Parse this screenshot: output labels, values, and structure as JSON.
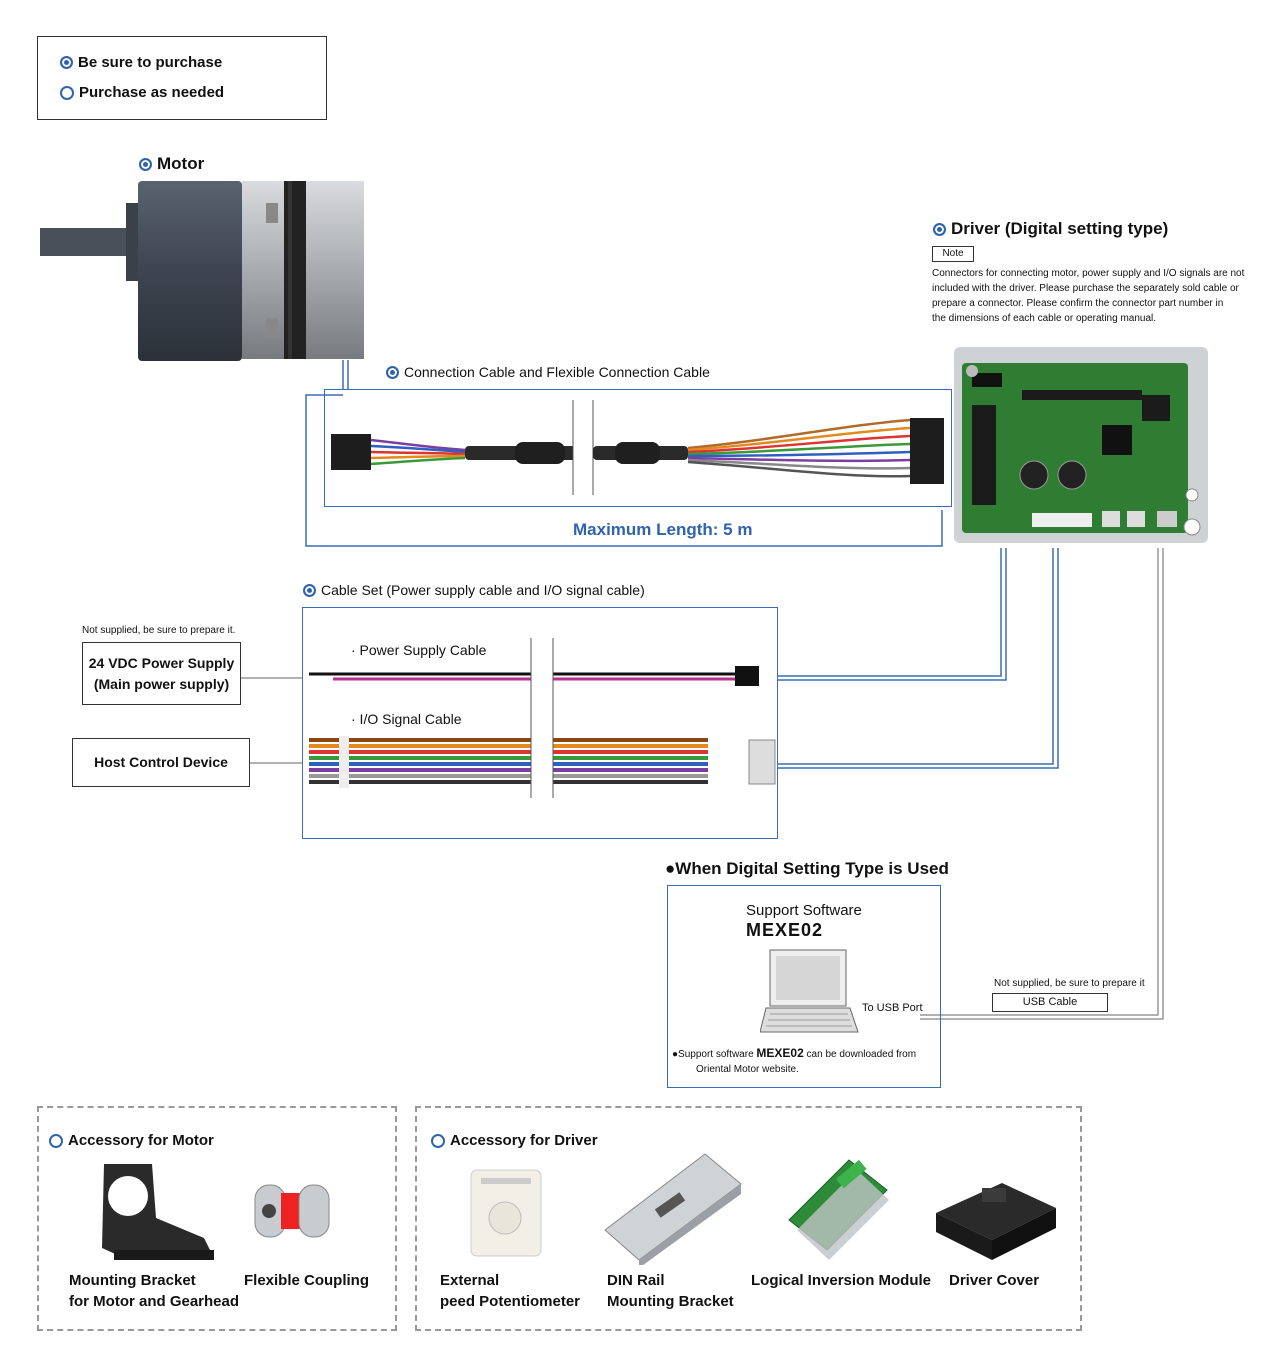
{
  "legend": {
    "must": "Be sure to purchase",
    "optional": "Purchase as needed"
  },
  "motor": {
    "title": "Motor"
  },
  "driver": {
    "title": "Driver (Digital setting type)",
    "note_tag": "Note",
    "note_lines": [
      "Connectors for connecting motor, power supply and I/O signals are not",
      "included with the driver. Please purchase the separately sold cable or",
      "prepare a connector. Please confirm the connector part number in",
      "the dimensions of each cable or operating manual."
    ]
  },
  "connection_cable": {
    "title": "Connection Cable and Flexible Connection Cable",
    "max_length": "Maximum Length: 5 m"
  },
  "cable_set": {
    "title": "Cable Set (Power supply cable and I/O signal cable)",
    "power_cable": "· Power Supply Cable",
    "io_cable": "·  I/O Signal Cable"
  },
  "power_supply": {
    "note": "Not supplied, be sure to prepare it.",
    "line1": "24 VDC Power Supply",
    "line2": "(Main power supply)"
  },
  "host": {
    "label": "Host Control Device"
  },
  "digital": {
    "title": "●When Digital Setting Type is Used",
    "software_label": "Support Software",
    "software_name": "MEXE02",
    "to_usb": "To USB Port",
    "download_pre": "●Support software ",
    "download_name": "MEXE02",
    "download_post": " can be downloaded from",
    "download_line2": "Oriental Motor website."
  },
  "usb": {
    "note": "Not supplied, be sure to prepare it",
    "label": "USB Cable"
  },
  "acc_motor": {
    "title": "Accessory for Motor",
    "items": [
      {
        "line1": "Mounting Bracket",
        "line2": "for Motor and Gearhead"
      },
      {
        "line1": "Flexible Coupling",
        "line2": ""
      }
    ]
  },
  "acc_driver": {
    "title": "Accessory for Driver",
    "items": [
      {
        "line1": "External",
        "line2": "peed Potentiometer"
      },
      {
        "line1": "DIN Rail",
        "line2": "Mounting Bracket"
      },
      {
        "line1": "Logical Inversion Module",
        "line2": ""
      },
      {
        "line1": "Driver Cover",
        "line2": ""
      }
    ]
  },
  "colors": {
    "accent": "#2f63ad",
    "line": "#3a6db5",
    "pcb": "#2e7d32"
  }
}
